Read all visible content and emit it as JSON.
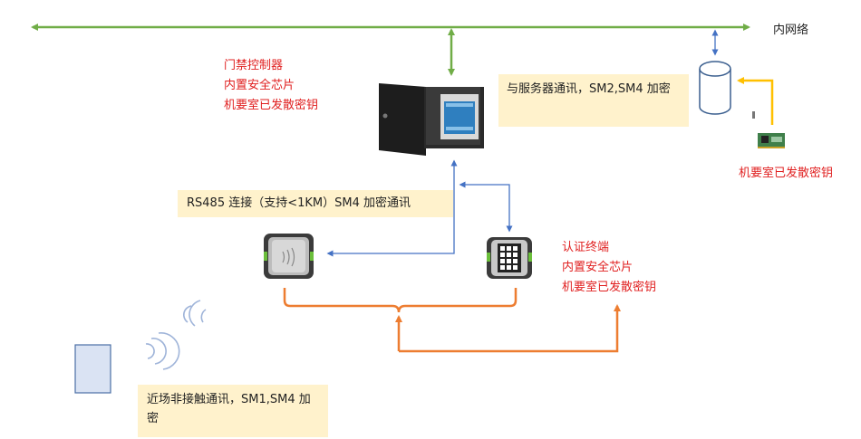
{
  "network_label": "内网络",
  "controller": {
    "lines": [
      "门禁控制器",
      "内置安全芯片",
      "机要室已发散密钥"
    ]
  },
  "server_comm": "与服务器通讯，SM2,SM4 加密",
  "server_key_label": "机要室已发散密钥",
  "rs485_label": "RS485 连接（支持<1KM）SM4 加密通讯",
  "terminal": {
    "lines": [
      "认证终端",
      "内置安全芯片",
      "机要室已发散密钥"
    ]
  },
  "nfc_label": "近场非接触通讯，SM1,SM4 加密",
  "colors": {
    "network": "#70ad47",
    "blue_link": "#4472c4",
    "orange_link": "#ed7d31",
    "yellow_link": "#ffc000",
    "red_text": "#e02020",
    "note_bg": "#fff2cc"
  },
  "icons": [
    "controller-cabinet-icon",
    "database-icon",
    "security-card-icon",
    "card-reader-icon",
    "keypad-reader-icon",
    "wireless-signal-icon",
    "smart-card-icon"
  ]
}
